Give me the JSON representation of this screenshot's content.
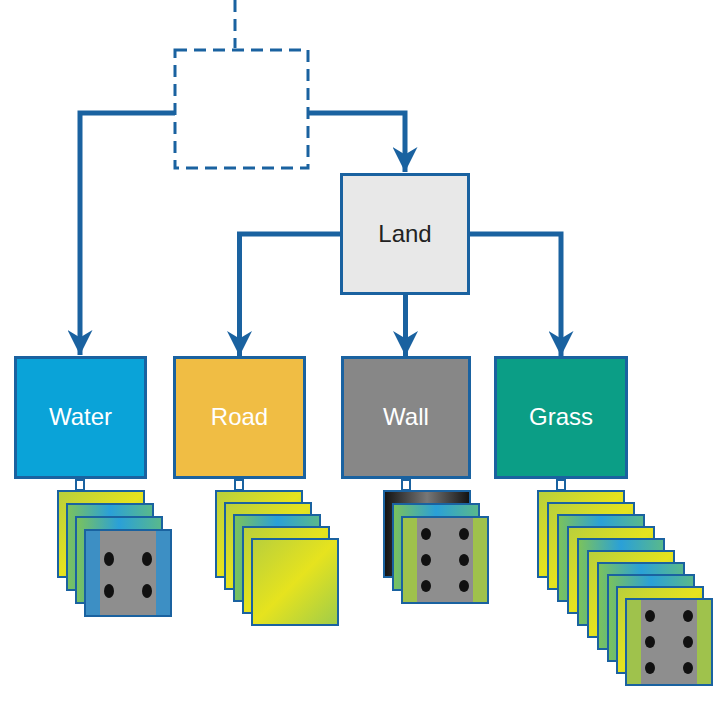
{
  "diagram": {
    "nodes": [
      {
        "text": [
          "Land"
        ]
      },
      {
        "text": [
          "Water"
        ]
      },
      {
        "text": [
          "Road"
        ]
      },
      {
        "text": [
          "Wall"
        ]
      },
      {
        "text": [
          "Grass"
        ]
      }
    ],
    "edges": [
      {
        "from": 0,
        "to": 2,
        "arrow": "to"
      },
      {
        "from": 0,
        "to": 3,
        "arrow": "to"
      },
      {
        "from": 0,
        "to": 4,
        "arrow": "to"
      }
    ]
  }
}
